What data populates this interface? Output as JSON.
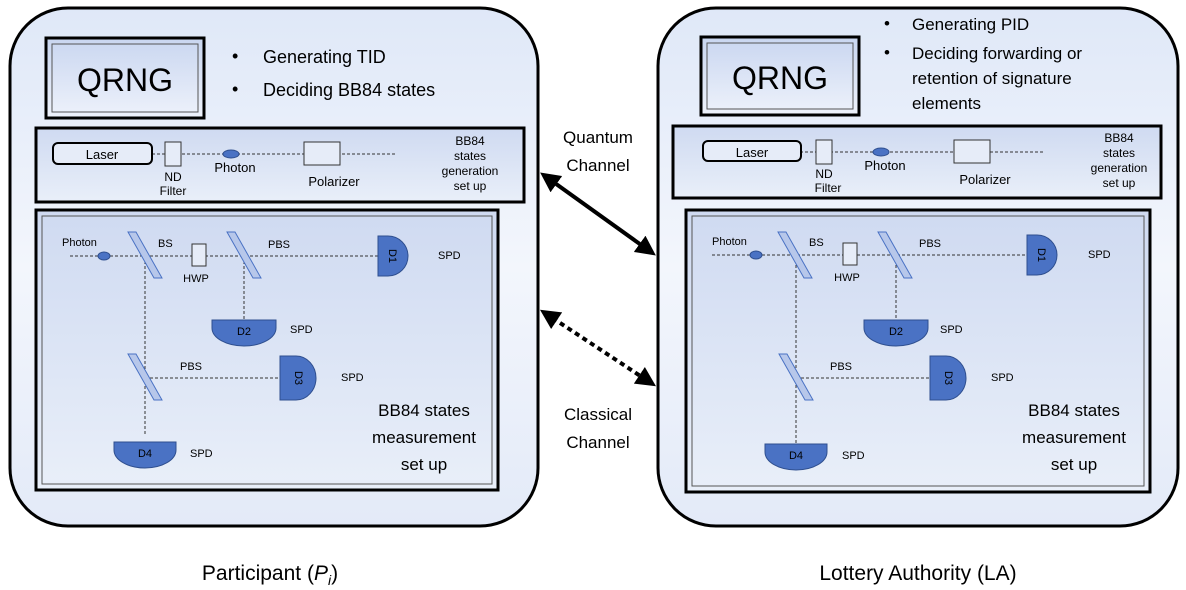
{
  "panels": [
    {
      "qrng": "QRNG",
      "bullets": [
        "Generating TID",
        "Deciding BB84 states"
      ],
      "gen": {
        "laser": "Laser",
        "nd": [
          "ND",
          "Filter"
        ],
        "photon": "Photon",
        "polarizer": "Polarizer",
        "title": [
          "BB84",
          "states",
          "generation",
          "set up"
        ]
      },
      "meas": {
        "photon": "Photon",
        "bs": "BS",
        "hwp": "HWP",
        "pbs1": "PBS",
        "pbs2": "PBS",
        "d1": "D1",
        "d2": "D2",
        "d3": "D3",
        "d4": "D4",
        "spd": "SPD",
        "title": [
          "BB84 states",
          "measurement",
          "set up"
        ]
      },
      "caption_main": "Participant (",
      "caption_sym": "P",
      "caption_sub": "i",
      "caption_end": ")"
    },
    {
      "qrng": "QRNG",
      "bullets": [
        "Generating PID",
        "Deciding forwarding or",
        "retention of signature",
        "elements"
      ],
      "gen": {
        "laser": "Laser",
        "nd": [
          "ND",
          "Filter"
        ],
        "photon": "Photon",
        "polarizer": "Polarizer",
        "title": [
          "BB84",
          "states",
          "generation",
          "set up"
        ]
      },
      "meas": {
        "photon": "Photon",
        "bs": "BS",
        "hwp": "HWP",
        "pbs1": "PBS",
        "pbs2": "PBS",
        "d1": "D1",
        "d2": "D2",
        "d3": "D3",
        "d4": "D4",
        "spd": "SPD",
        "title": [
          "BB84 states",
          "measurement",
          "set up"
        ]
      },
      "caption_main": "Lottery Authority (LA)",
      "caption_sym": "",
      "caption_sub": "",
      "caption_end": ""
    }
  ],
  "channels": {
    "quantum": [
      "Quantum",
      "Channel"
    ],
    "classical": [
      "Classical",
      "Channel"
    ]
  },
  "colors": {
    "panel_fill": "#e8eef9",
    "box_fill": "#dbe4f5",
    "detector": "#4a72c4",
    "stroke": "#000000"
  }
}
